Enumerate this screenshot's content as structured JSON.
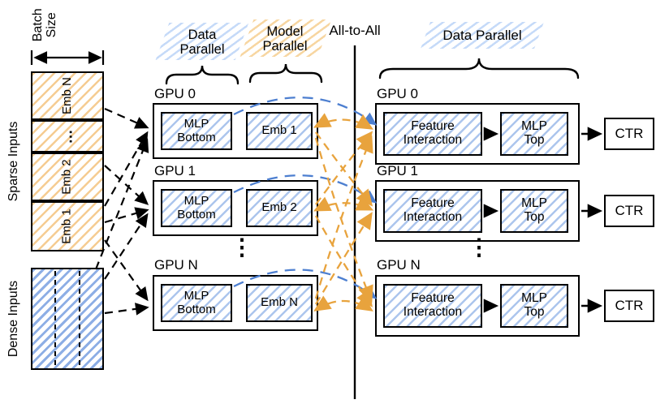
{
  "colors": {
    "hatch_blue": "#6896de",
    "hatch_orange": "#eeaa4a",
    "arrow_blue": "#4d7fd0",
    "arrow_orange": "#e8a33d",
    "line_black": "#000000"
  },
  "left": {
    "batch_size": "Batch Size",
    "sparse_label": "Sparse Inputs",
    "dense_label": "Dense Inputs",
    "sparse_cells": [
      {
        "label": "Emb N"
      },
      {
        "label": "…"
      },
      {
        "label": "Emb 2"
      },
      {
        "label": "Emb 1"
      }
    ]
  },
  "headers": {
    "data_parallel_mid": "Data Parallel",
    "model_parallel": "Model Parallel",
    "all_to_all": "All-to-All",
    "data_parallel_right": "Data Parallel"
  },
  "middle": {
    "gpus": [
      {
        "label": "GPU 0",
        "mlp_bottom": "MLP Bottom",
        "emb": "Emb 1"
      },
      {
        "label": "GPU 1",
        "mlp_bottom": "MLP Bottom",
        "emb": "Emb 2"
      },
      {
        "label": "GPU N",
        "mlp_bottom": "MLP Bottom",
        "emb": "Emb N"
      }
    ],
    "ellipsis": "⋮"
  },
  "right": {
    "gpus": [
      {
        "label": "GPU 0",
        "feature_interaction": "Feature Interaction",
        "mlp_top": "MLP Top",
        "ctr": "CTR"
      },
      {
        "label": "GPU 1",
        "feature_interaction": "Feature Interaction",
        "mlp_top": "MLP Top",
        "ctr": "CTR"
      },
      {
        "label": "GPU N",
        "feature_interaction": "Feature Interaction",
        "mlp_top": "MLP Top",
        "ctr": "CTR"
      }
    ],
    "ellipsis": "⋮"
  }
}
